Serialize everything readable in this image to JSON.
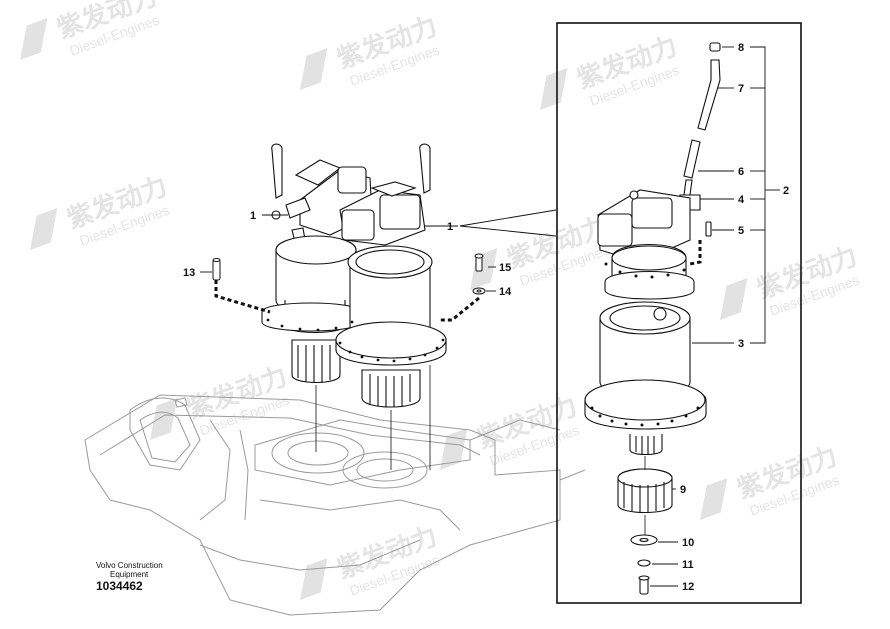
{
  "watermark": {
    "brand": "紫发动力",
    "subtitle": "Diesel-Engines"
  },
  "caption": {
    "company_line1": "Volvo Construction",
    "company_line2": "Equipment",
    "drawing_number": "1034462"
  },
  "callouts_left": [
    "1",
    "1",
    "13",
    "15",
    "14"
  ],
  "callouts_right": [
    "8",
    "7",
    "2",
    "6",
    "4",
    "5",
    "3",
    "9",
    "10",
    "11",
    "12"
  ]
}
